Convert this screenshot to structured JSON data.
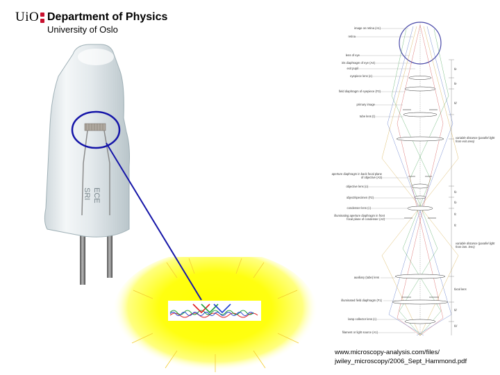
{
  "header": {
    "logo_text": "UiO",
    "department": "Department of Physics",
    "university": "University of Oslo"
  },
  "diagram": {
    "labels": [
      "image on retina (A1)",
      "retina",
      "lens of eye",
      "iris diaphragm of eye (A4)",
      "exit pupil",
      "eyepiece lens (e)",
      "field diaphragm of eyepiece (F3)",
      "primary image",
      "tube lens (t)",
      "aperture diaphragm in back focal plane of objective (A2)",
      "objective lens (o)",
      "object/specimen (F2)",
      "condenser lens (c)",
      "illuminating aperture diaphragm in front focal plane of condenser (A2)",
      "auxiliary (tube) lens",
      "illuminated field diaphragm (F1)",
      "lamp collector lens (c)",
      "filament or light source (A1)"
    ],
    "side_notes": [
      "variable distance (parallel light from exit area)",
      "variable distance (parallel light from lam. lens)"
    ],
    "focal_marks": [
      "fe",
      "fe",
      "fd",
      "fo",
      "fo",
      "fc",
      "fc",
      "focal lens",
      "fd",
      "fcl"
    ]
  },
  "source": {
    "line1": "www.microscopy-analysis.com/files/",
    "line2": "jwiley_microscopy/2006_Sept_Hammond.pdf"
  },
  "colors": {
    "callout": "#1515a8",
    "glow": "#ffff00",
    "logo_accent": "#c8102e"
  }
}
